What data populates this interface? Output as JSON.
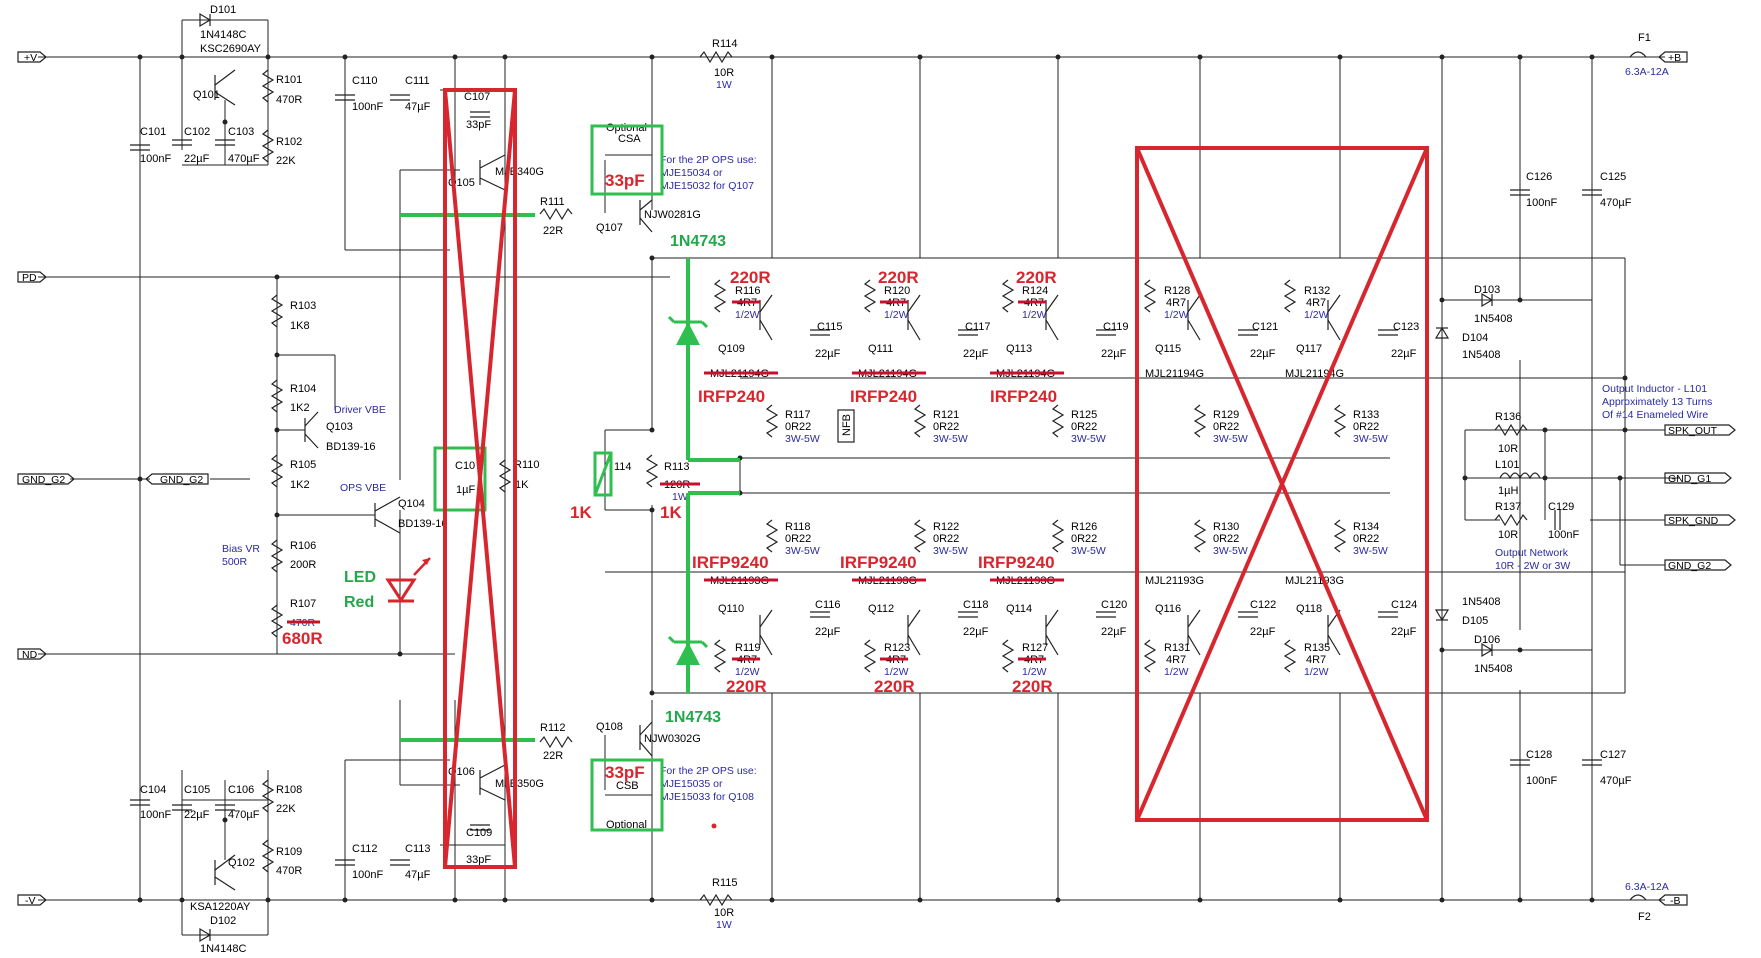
{
  "ports": {
    "pos_v": "+V",
    "pd": "PD",
    "gnd_g2_left": "GND_G2",
    "gnd_g2_mid": "GND_G2",
    "nd": "ND",
    "neg_v": "-V",
    "pos_b": "+B",
    "neg_b": "-B",
    "spk_out": "SPK_OUT",
    "gnd_g1": "GND_G1",
    "spk_gnd": "SPK_GND",
    "gnd_g2_right": "GND_G2"
  },
  "labels": {
    "d101": "D101",
    "d101v": "1N4148C",
    "q101v": "KSC2690AY",
    "q101": "Q101",
    "r101": "R101",
    "r101v": "470R",
    "r102": "R102",
    "r102v": "22K",
    "c101": "C101",
    "c101v": "100nF",
    "c102": "C102",
    "c102v": "22µF",
    "c103": "C103",
    "c103v": "470µF",
    "c110": "C110",
    "c110v": "100nF",
    "c111": "C111",
    "c111v": "47µF",
    "c107": "C107",
    "c107v": "33pF",
    "q105": "Q105",
    "q105v": "MJE340G",
    "r111": "R111",
    "r111v": "22R",
    "q107": "Q107",
    "q107v": "NJW0281G",
    "csa_opt": "Optional",
    "csa": "CSA",
    "r114": "R114",
    "r114v": "10R",
    "r114p": "1W",
    "r103": "R103",
    "r103v": "1K8",
    "r104": "R104",
    "r104v": "1K2",
    "driver_vbe": "Driver VBE",
    "q103": "Q103",
    "q103v": "BD139-16",
    "r105": "R105",
    "r105v": "1K2",
    "ops_vbe": "OPS VBE",
    "q104": "Q104",
    "q104v": "BD139-16",
    "r106": "R106",
    "r106v": "200R",
    "bias_vr": "Bias VR",
    "bias_vr_v": "500R",
    "r107": "R107",
    "r107_strike": "470R",
    "c10x": "C10",
    "c10xv": "1µF",
    "r110": "R110",
    "r110v": "1K",
    "r114b": "114",
    "r113": "R113",
    "r113_strike": "120R",
    "r113p": "1W",
    "c104": "C104",
    "c104v": "100nF",
    "c105": "C105",
    "c105v": "22µF",
    "c106": "C106",
    "c106v": "470µF",
    "r108": "R108",
    "r108v": "22K",
    "r109": "R109",
    "r109v": "470R",
    "q102": "Q102",
    "q102v": "KSA1220AY",
    "d102": "D102",
    "d102v": "1N4148C",
    "c112": "C112",
    "c112v": "100nF",
    "c113": "C113",
    "c113v": "47µF",
    "c109": "C109",
    "c109v": "33pF",
    "q106": "Q106",
    "q106v": "MJE350G",
    "r112": "R112",
    "r112v": "22R",
    "q108": "Q108",
    "q108v": "NJW0302G",
    "csb": "CSB",
    "csb_opt": "Optional",
    "r115": "R115",
    "r115v": "10R",
    "r115p": "1W",
    "note_2p_top": [
      "For the 2P OPS use:",
      "MJE15034 or",
      "MJE15032 for Q107"
    ],
    "note_2p_bot": [
      "For the 2P OPS use:",
      "MJE15035 or",
      "MJE15033 for Q108"
    ],
    "r116": "R116",
    "r116_strike": "4R7",
    "r116p": "1/2W",
    "q109": "Q109",
    "c115": "C115",
    "c115v": "22µF",
    "r120": "R120",
    "r120_strike": "4R7",
    "r120p": "1/2W",
    "q111": "Q111",
    "c117": "C117",
    "c117v": "22µF",
    "r124": "R124",
    "r124_strike": "4R7",
    "r124p": "1/2W",
    "q113": "Q113",
    "c119": "C119",
    "c119v": "22µF",
    "r128": "R128",
    "r128v": "4R7",
    "r128p": "1/2W",
    "q115": "Q115",
    "c121": "C121",
    "c121v": "22µF",
    "r132": "R132",
    "r132v": "4R7",
    "r132p": "1/2W",
    "q117": "Q117",
    "c123": "C123",
    "c123v": "22µF",
    "mjl_top_strike": "MJL21194G",
    "mjl21194g": "MJL21194G",
    "r117": "R117",
    "r117v": "0R22",
    "r117p": "3W-5W",
    "r121": "R121",
    "r121v": "0R22",
    "r121p": "3W-5W",
    "r125": "R125",
    "r125v": "0R22",
    "r125p": "3W-5W",
    "r129": "R129",
    "r129v": "0R22",
    "r129p": "3W-5W",
    "r133": "R133",
    "r133v": "0R22",
    "r133p": "3W-5W",
    "nfb": "NFB",
    "r118": "R118",
    "r118v": "0R22",
    "r118p": "3W-5W",
    "r122": "R122",
    "r122v": "0R22",
    "r122p": "3W-5W",
    "r126": "R126",
    "r126v": "0R22",
    "r126p": "3W-5W",
    "r130": "R130",
    "r130v": "0R22",
    "r130p": "3W-5W",
    "r134": "R134",
    "r134v": "0R22",
    "r134p": "3W-5W",
    "mjl_bot_strike": "MJL21193G",
    "mjl21193g": "MJL21193G",
    "q110": "Q110",
    "c116": "C116",
    "c116v": "22µF",
    "r119": "R119",
    "r119_strike": "4R7",
    "r119p": "1/2W",
    "q112": "Q112",
    "c118": "C118",
    "c118v": "22µF",
    "r123": "R123",
    "r123_strike": "4R7",
    "r123p": "1/2W",
    "q114": "Q114",
    "c120": "C120",
    "c120v": "22µF",
    "r127": "R127",
    "r127_strike": "4R7",
    "r127p": "1/2W",
    "q116": "Q116",
    "c122": "C122",
    "c122v": "22µF",
    "r131": "R131",
    "r131v": "4R7",
    "r131p": "1/2W",
    "q118": "Q118",
    "c124": "C124",
    "c124v": "22µF",
    "r135": "R135",
    "r135v": "4R7",
    "r135p": "1/2W",
    "c126": "C126",
    "c126v": "100nF",
    "c125": "C125",
    "c125v": "470µF",
    "d103": "D103",
    "d103v": "1N5408",
    "d104": "D104",
    "d104v": "1N5408",
    "d105_type": "1N5408",
    "d105": "D105",
    "d106": "D106",
    "d106v": "1N5408",
    "c128": "C128",
    "c128v": "100nF",
    "c127": "C127",
    "c127v": "470µF",
    "f1": "F1",
    "f1v": "6.3A-12A",
    "f2": "F2",
    "f2v": "6.3A-12A",
    "inductor_note": [
      "Output Inductor - L101",
      "Approximately 13 Turns",
      "Of #14 Enameled Wire"
    ],
    "r136": "R136",
    "r136v": "10R",
    "l101": "L101",
    "l101v": "1µH",
    "r137": "R137",
    "r137v": "10R",
    "c129": "C129",
    "c129v": "100nF",
    "output_network": [
      "Output Network",
      "10R - 2W or 3W"
    ]
  },
  "annotations": {
    "top_220r": "220R",
    "bottom_220r": "220R",
    "irfp240": "IRFP240",
    "irfp9240": "IRFP9240",
    "csa_33pf": "33pF",
    "csb_33pf": "33pF",
    "zener_top": "1N4743",
    "zener_bot": "1N4743",
    "r110_1k": "1K",
    "r113_1k": "1K",
    "led": "LED",
    "led_color": "Red",
    "r107_680r": "680R"
  },
  "colors": {
    "wire": "#222222",
    "value_text": "#2a2aa0",
    "annotation_red": "#d8262f",
    "annotation_green": "#2fbf4f"
  }
}
